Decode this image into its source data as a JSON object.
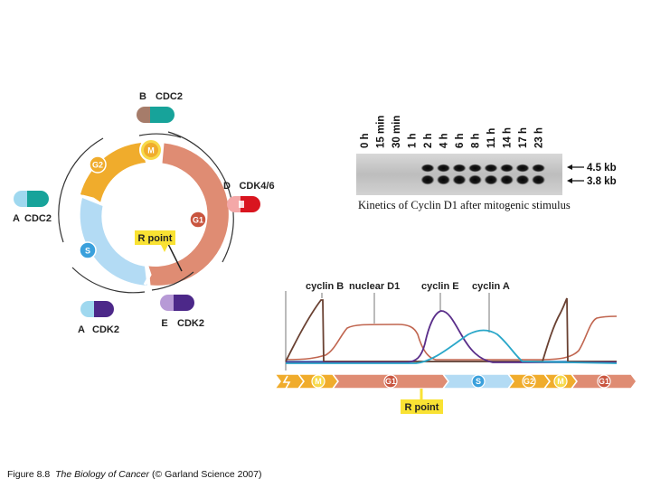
{
  "cycle": {
    "phases": {
      "m": "M",
      "g2": "G2",
      "g1": "G1",
      "s": "S"
    },
    "r_point": "R point",
    "complexes": [
      {
        "cyclin": "B",
        "cdk": "CDC2",
        "cyclin_color": "#a67c6a",
        "cdk_color": "#17a39a"
      },
      {
        "cyclin": "D",
        "cdk": "CDK4/6",
        "cyclin_color": "#f4a8a8",
        "cdk_color": "#d9151f"
      },
      {
        "cyclin": "A",
        "cdk": "CDC2",
        "cyclin_color": "#9fd8ef",
        "cdk_color": "#17a39a"
      },
      {
        "cyclin": "A",
        "cdk": "CDK2",
        "cyclin_color": "#9fd8ef",
        "cdk_color": "#4c2889"
      },
      {
        "cyclin": "E",
        "cdk": "CDK2",
        "cyclin_color": "#b79ad6",
        "cdk_color": "#4c2889"
      }
    ],
    "colors": {
      "g2": "#f0ac2c",
      "g1": "#df8c73",
      "s": "#b3dbf4",
      "m": "#f7d94a",
      "r_point": "#f9e233"
    }
  },
  "blot": {
    "time_labels": [
      "0 h",
      "15 min",
      "30 min",
      "1 h",
      "2 h",
      "4 h",
      "6 h",
      "8 h",
      "11 h",
      "14 h",
      "17 h",
      "23 h"
    ],
    "band_labels": [
      "4.5 kb",
      "3.8 kb"
    ],
    "caption": "Kinetics of Cyclin D1 after mitogenic stimulus"
  },
  "kinetics": {
    "series_labels": [
      "cyclin B",
      "nuclear D1",
      "cyclin E",
      "cyclin A"
    ],
    "series_colors": {
      "cyclin_b": "#6a4132",
      "nuclear_d1": "#c0654f",
      "cyclin_e": "#5a2e8a",
      "cyclin_a": "#2aa7c9",
      "baseline": "#2a6fb5"
    },
    "phase_bar": [
      {
        "label": "",
        "kind": "m"
      },
      {
        "label": "M",
        "kind": "m"
      },
      {
        "label": "G1",
        "kind": "g1"
      },
      {
        "label": "S",
        "kind": "s"
      },
      {
        "label": "G2",
        "kind": "g2"
      },
      {
        "label": "M",
        "kind": "m"
      },
      {
        "label": "G1",
        "kind": "g1"
      }
    ],
    "r_point": "R point"
  },
  "figure_caption": {
    "prefix": "Figure 8.8",
    "book": "The Biology of Cancer",
    "suffix": "(© Garland Science 2007)"
  }
}
